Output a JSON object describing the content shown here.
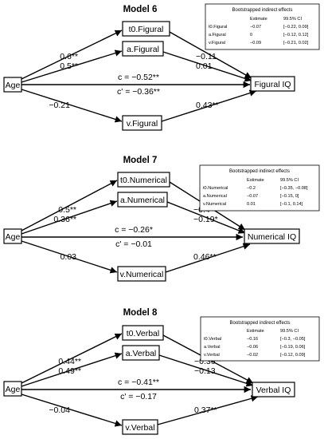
{
  "models": [
    {
      "title": "Model 6",
      "nodes": {
        "age": "Age",
        "m1": "t0.Figural",
        "m2": "a.Figural",
        "m3": "v.Figural",
        "outcome": "Figural IQ"
      },
      "paths": {
        "a1": "0.6**",
        "a2": "0.5**",
        "a3": "−0.21",
        "b1": "−0.11",
        "b2": "0.01",
        "b3": "0.43**",
        "c": "c  =  −0.52**",
        "c_prime": "c'  =  −0.36**"
      },
      "inset": {
        "title": "Bootstrapped indirect effects",
        "headers": [
          "",
          "Estimate",
          "99.5% CI"
        ],
        "rows": [
          [
            "t0.Figural",
            "−0.07",
            "[−0.22, 0.09]"
          ],
          [
            "a.Figural",
            "0",
            "[−0.12, 0.12]"
          ],
          [
            "v.Figural",
            "−0.09",
            "[−0.21, 0.02]"
          ]
        ]
      }
    },
    {
      "title": "Model 7",
      "nodes": {
        "age": "Age",
        "m1": "t0.Numerical",
        "m2": "a.Numerical",
        "m3": "v.Numerical",
        "outcome": "Numerical IQ"
      },
      "paths": {
        "a1": "0.5**",
        "a2": "0.36**",
        "a3": "0.03",
        "b1": "−0.4**",
        "b2": "−0.19*",
        "b3": "0.46**",
        "c": "c  =  −0.26*",
        "c_prime": "c'  =  −0.01"
      },
      "inset": {
        "title": "Bootstrapped indirect effects",
        "headers": [
          "",
          "Estimate",
          "99.5% CI"
        ],
        "rows": [
          [
            "t0.Numerical",
            "−0.2",
            "[−0.35, −0.08]"
          ],
          [
            "a.Numerical",
            "−0.07",
            "[−0.15, 0]"
          ],
          [
            "v.Numerical",
            "0.01",
            "[−0.1, 0.14]"
          ]
        ]
      }
    },
    {
      "title": "Model 8",
      "nodes": {
        "age": "Age",
        "m1": "t0.Verbal",
        "m2": "a.Verbal",
        "m3": "v.Verbal",
        "outcome": "Verbal IQ"
      },
      "paths": {
        "a1": "0.44**",
        "a2": "0.49**",
        "a3": "−0.04",
        "b1": "−0.36**",
        "b2": "−0.13",
        "b3": "0.37**",
        "c": "c  =  −0.41**",
        "c_prime": "c'  =  −0.17"
      },
      "inset": {
        "title": "Bootstrapped indirect effects",
        "headers": [
          "",
          "Estimate",
          "99.5% CI"
        ],
        "rows": [
          [
            "t0.Verbal",
            "−0.16",
            "[−0.3, −0.05]"
          ],
          [
            "a.Verbal",
            "−0.06",
            "[−0.19, 0.06]"
          ],
          [
            "v.Verbal",
            "−0.02",
            "[−0.12, 0.09]"
          ]
        ]
      }
    }
  ]
}
